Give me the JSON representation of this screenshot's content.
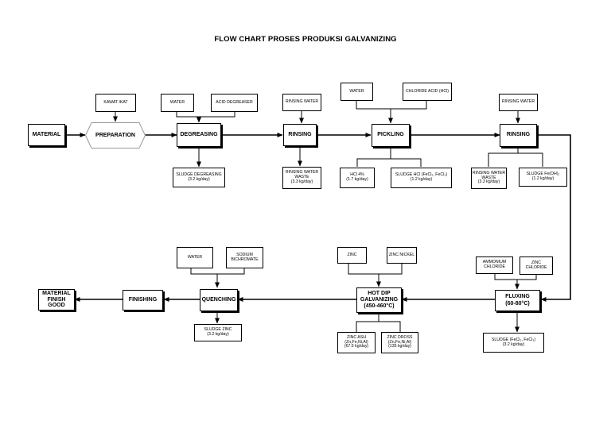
{
  "title": "FLOW CHART PROSES PRODUKSI GALVANIZING",
  "nodes": {
    "material": "MATERIAL",
    "preparation": "PREPARATION",
    "degreasing": "DEGREASING",
    "rinsing1": "RINSING",
    "pickling": "PICKLING",
    "rinsing2": "RINSING",
    "fluxing_l1": "FLUXING",
    "fluxing_l2": "(60-80°C)",
    "hot_dip_l1": "HOT DIP",
    "hot_dip_l2": "GALVANIZING",
    "hot_dip_l3": "(450-460°C)",
    "quenching": "QUENCHING",
    "finishing": "FINISHING",
    "finish_l1": "MATERIAL",
    "finish_l2": "FINISH",
    "finish_l3": "GOOD"
  },
  "inputs": {
    "kawat_ikat": "KAWAT IKAT",
    "water_degreasing": "WATER",
    "acid_degreaser": "ACID DEGREASER",
    "rinsing_water1": "RINSING WATER",
    "water_pickling": "WATER",
    "chloride_acid": "CHLORIDE ACID (HCl)",
    "rinsing_water2": "RINSING WATER",
    "ammonium_l1": "AMMONIUM",
    "ammonium_l2": "CHLORIDE",
    "zinc_chloride_l1": "ZINC",
    "zinc_chloride_l2": "CHLORIDE",
    "zinc": "ZINC",
    "zinc_nickel": "ZINC NICKEL",
    "water_quenching": "WATER",
    "sodium_l1": "SODIUM",
    "sodium_l2": "BICHROMATE"
  },
  "outputs": {
    "sludge_degreasing_l1": "SLUDGE DEGREASING",
    "sludge_degreasing_l2": "(3.2 kg/day)",
    "rinsing_waste1_l1": "RINSING WATER",
    "rinsing_waste1_l2": "WASTE",
    "rinsing_waste1_l3": "(3.3 kg/day)",
    "hcl_l1": "HCl 4%",
    "hcl_l2": "(1.7 kg/day)",
    "sludge_hcl_l1": "SLUDGE HCl (FeCl₂, FeCl₃)",
    "sludge_hcl_l2": "(1.2 kg/day)",
    "rinsing_waste2_l1": "RINSING WATER",
    "rinsing_waste2_l2": "WASTE",
    "rinsing_waste2_l3": "(3.3 kg/day)",
    "sludge_fe_l1": "SLUDGE Fe(OH)₂",
    "sludge_fe_l2": "(1.2 kg/day)",
    "sludge_flux_l1": "SLUDGE (FeCl₂, FeCl₃)",
    "sludge_flux_l2": "(3.2 kg/day)",
    "zinc_ash_l1": "ZINC ASH",
    "zinc_ash_l2": "(Zn,Fe,Ni,Al)",
    "zinc_ash_l3": "(67.5 kg/day)",
    "zinc_dross_l1": "ZINC DROSS",
    "zinc_dross_l2": "(Zn,Fe,Ni,Al)",
    "zinc_dross_l3": "(135 kg/day)",
    "sludge_zinc_l1": "SLUDGE ZINC",
    "sludge_zinc_l2": "(3.2 kg/day)"
  }
}
